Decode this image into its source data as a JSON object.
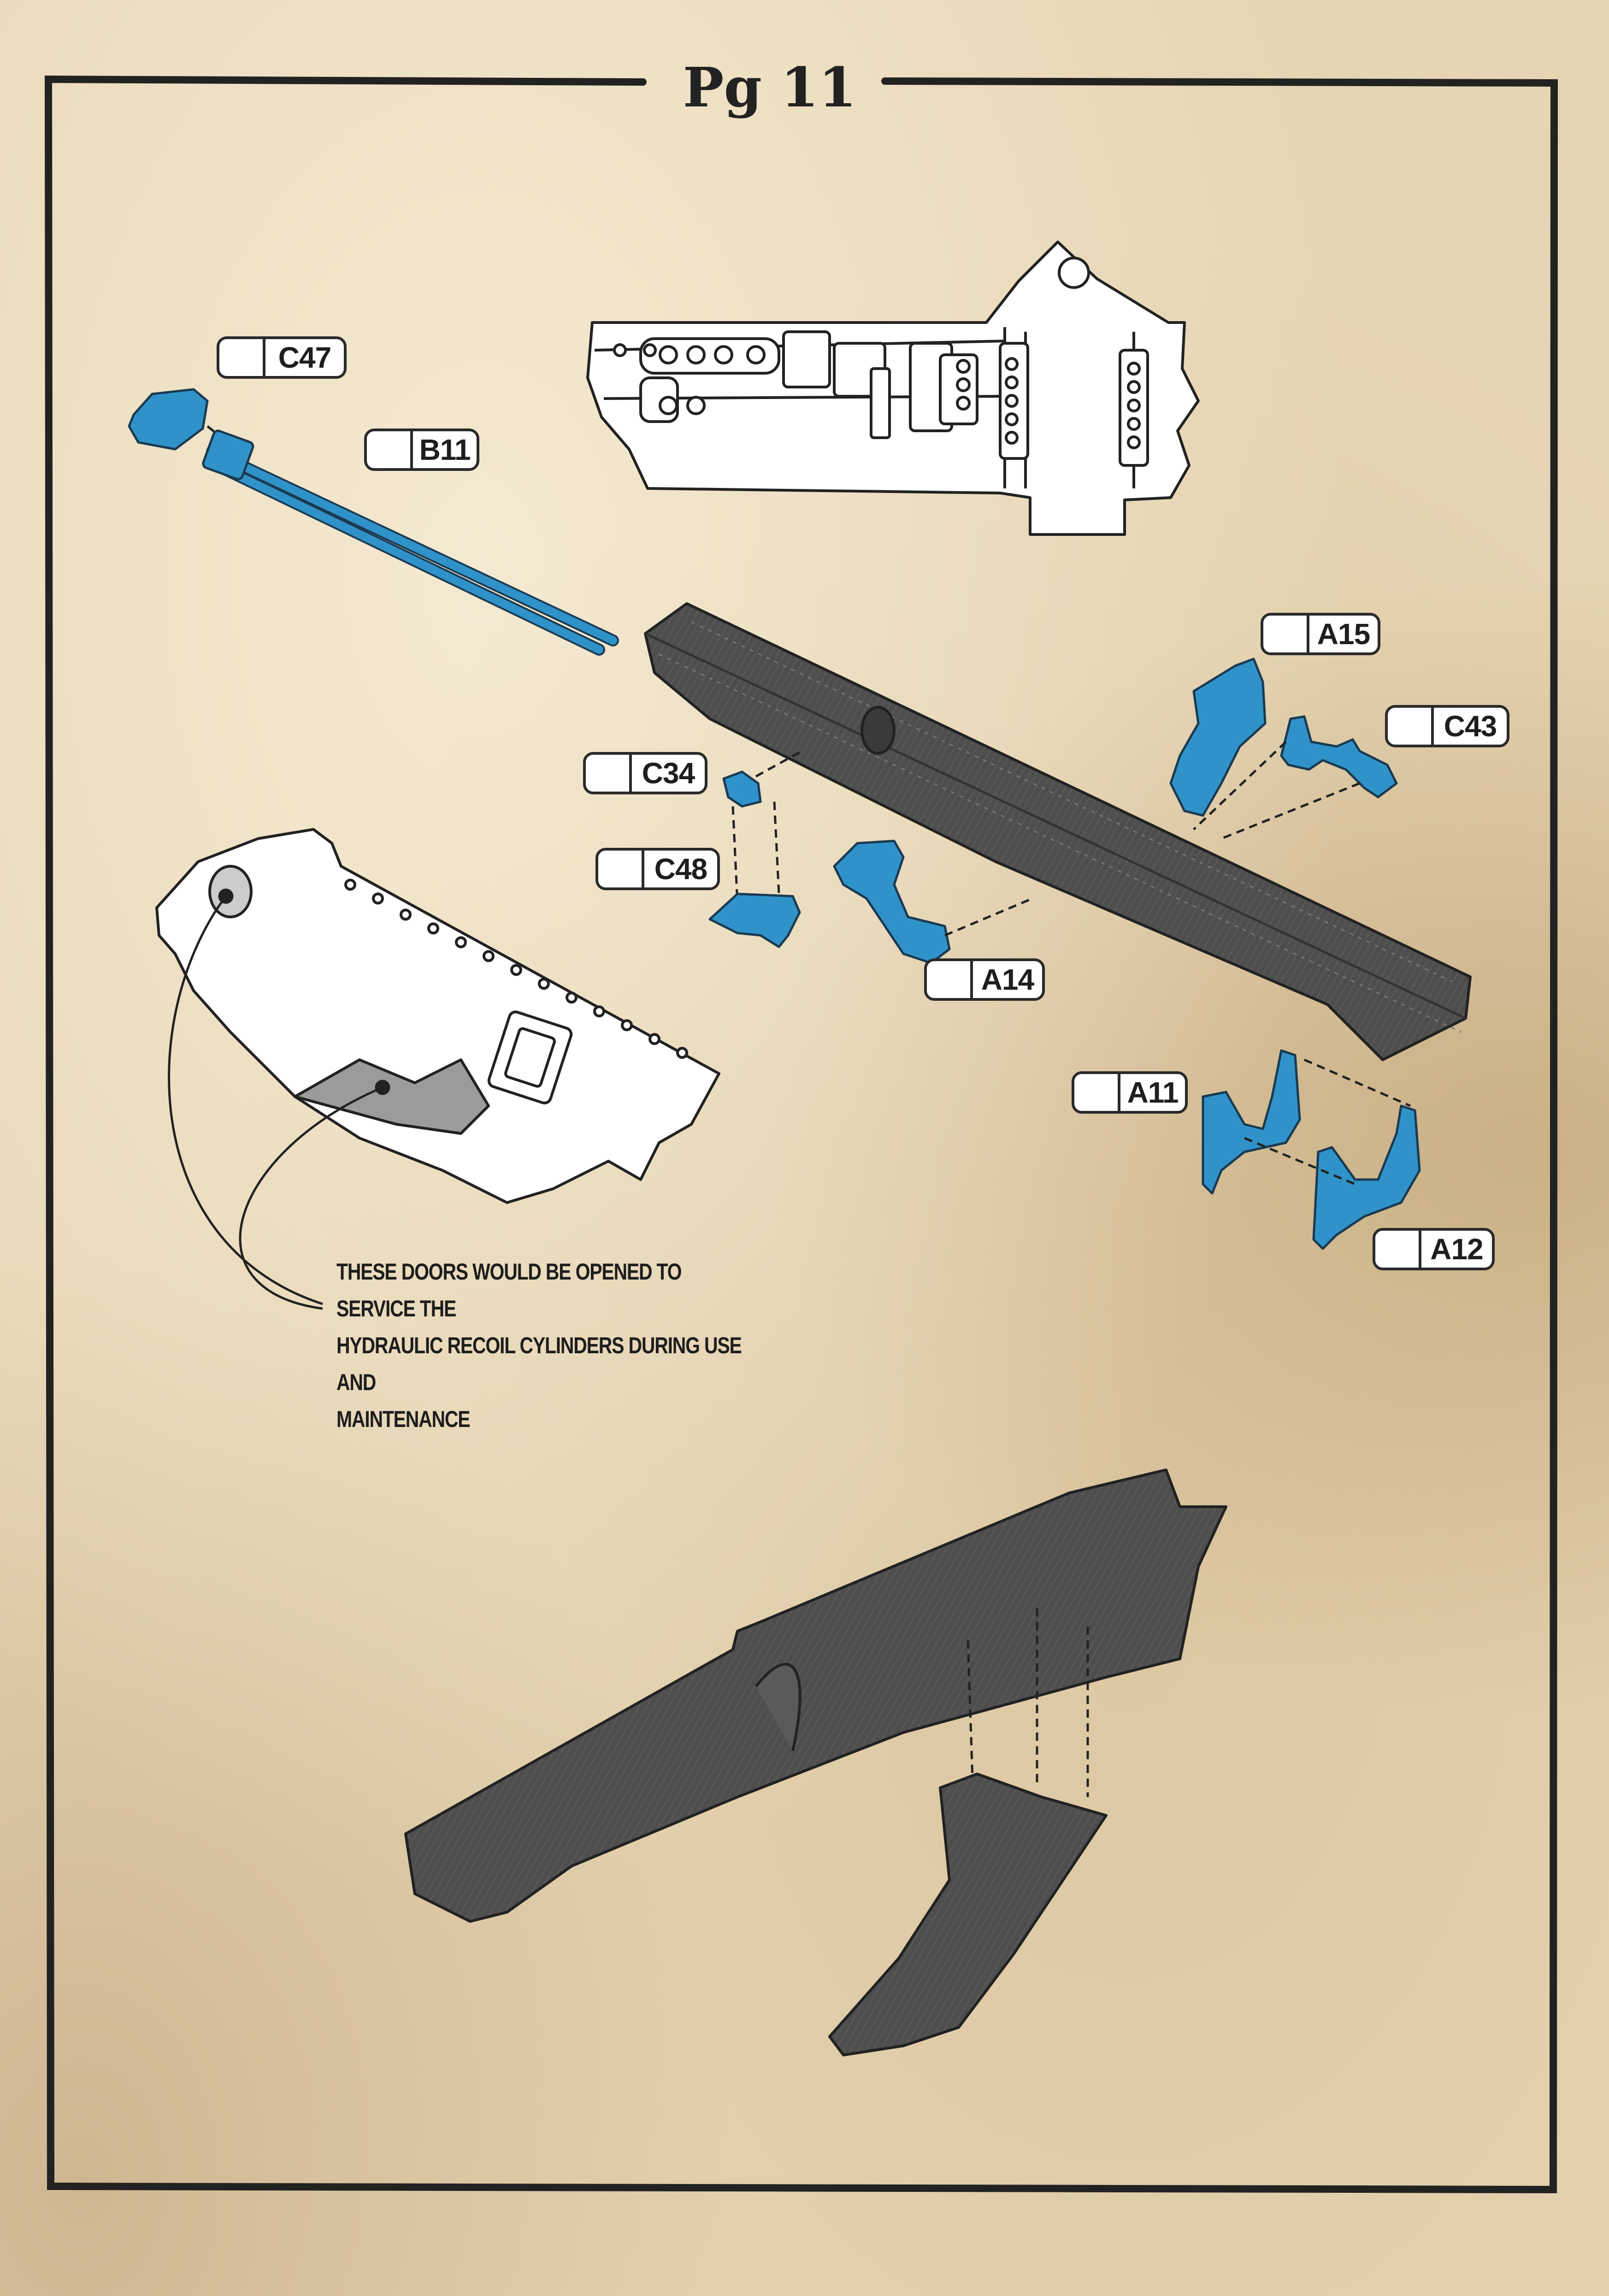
{
  "page": {
    "title": "Pg 11"
  },
  "parts": [
    {
      "id": "C47",
      "label": "C47"
    },
    {
      "id": "B11",
      "label": "B11"
    },
    {
      "id": "A15",
      "label": "A15"
    },
    {
      "id": "C43",
      "label": "C43"
    },
    {
      "id": "C34",
      "label": "C34"
    },
    {
      "id": "C48",
      "label": "C48"
    },
    {
      "id": "A14",
      "label": "A14"
    },
    {
      "id": "A11",
      "label": "A11"
    },
    {
      "id": "A12",
      "label": "A12"
    }
  ],
  "note": {
    "text": "THESE DOORS WOULD BE OPENED TO SERVICE THE\nHYDRAULIC RECOIL CYLINDERS DURING USE AND\nMAINTENANCE"
  },
  "colors": {
    "paper": "#e6d5b3",
    "frame": "#222222",
    "part_highlight": "#2f93c9",
    "assembly_dark": "#4a4a4a",
    "label_border": "#2a2a2a"
  }
}
